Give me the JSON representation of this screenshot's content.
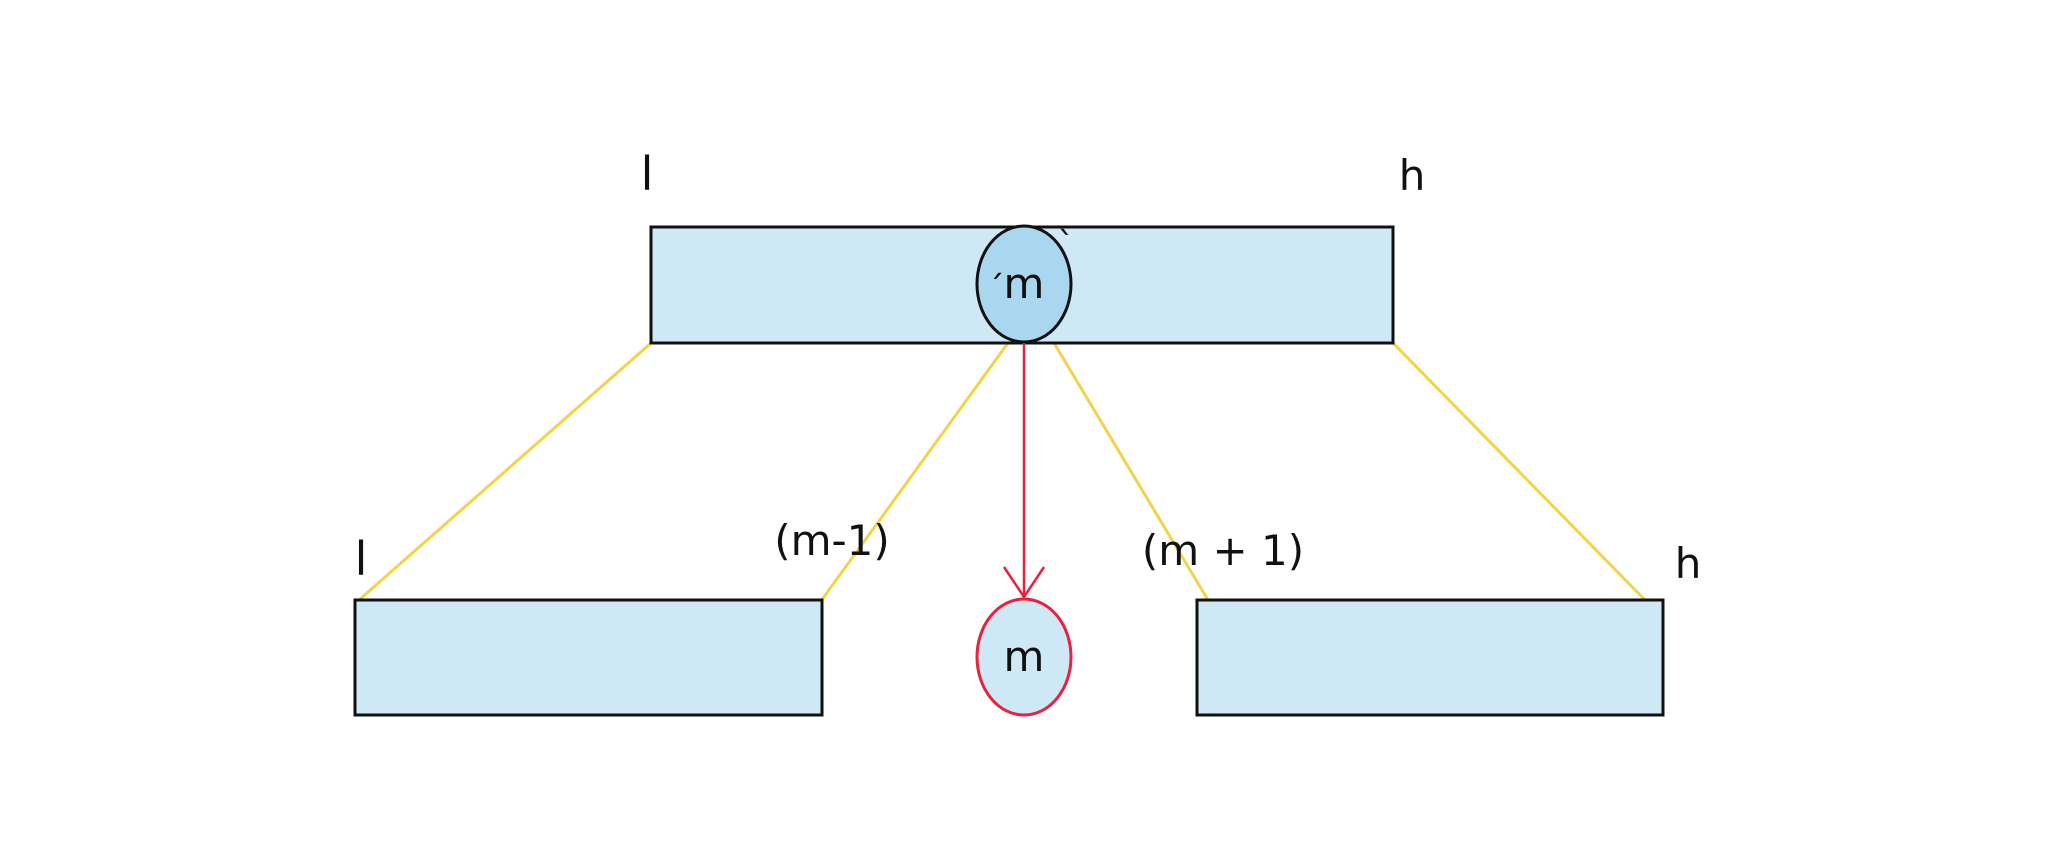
{
  "labels": {
    "top_left": "l",
    "top_right": "h",
    "mid": "m",
    "bottom_left_l": "l",
    "m_minus_1": "(m-1)",
    "m_plus_1": "(m + 1)",
    "bottom_right_h": "h",
    "result_m": "m",
    "tick_left": "´",
    "tick_right": "`"
  },
  "colors": {
    "box_fill": "#cfe8f6",
    "box_stroke": "#111111",
    "mid_circle_fill": "#a9d7ef",
    "result_circle_stroke": "#e8213f",
    "connector": "#f2d34a",
    "arrow": "#e8213f"
  }
}
